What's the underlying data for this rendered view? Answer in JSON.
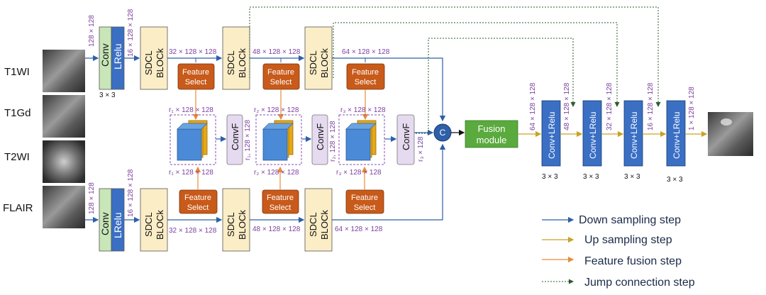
{
  "inputs": [
    "T1WI",
    "T1Gd",
    "T2WI",
    "FLAIR"
  ],
  "blocks": {
    "conv": "Conv",
    "lrelu": "LRelu",
    "kernel": "3 × 3",
    "sdcl": "SDCL",
    "sdcl_sub": "BLOCk",
    "feature": "Feature",
    "select": "Select",
    "convf": "ConvF",
    "concat": "C",
    "fusion_line1": "Fusion",
    "fusion_line2": "module",
    "dec_conv": "Conv+LRelu"
  },
  "dims": {
    "d128": "128 × 128",
    "d16": "16 × 128 × 128",
    "d32": "32 × 128 × 128",
    "d48": "48 × 128 × 128",
    "d64": "64 × 128 × 128",
    "r1": "r₁ × 128 × 128",
    "r2": "r₂ × 128 × 128",
    "r3": "r₃ × 128 × 128",
    "r1c": "r₁, 128 × 128",
    "r2c": "r₂, 128 × 128",
    "r3c": "r₃ × 128",
    "out": "1 × 128 × 128"
  },
  "legend": [
    {
      "label": "Down sampling step",
      "color": "#2e5fa8"
    },
    {
      "label": "Up sampling step",
      "color": "#c9a227"
    },
    {
      "label": "Feature fusion step",
      "color": "#e98b3a"
    },
    {
      "label": "Jump connection step",
      "color": "#2e5a2e"
    }
  ],
  "colors": {
    "conv": "#c8e6b8",
    "lrelu": "#3a6fc4",
    "sdcl": "#fbedc6",
    "feature": "#c85a1a",
    "convf": "#e6daf0",
    "fusion": "#5aaa3e",
    "concat": "#2e5fa8"
  }
}
